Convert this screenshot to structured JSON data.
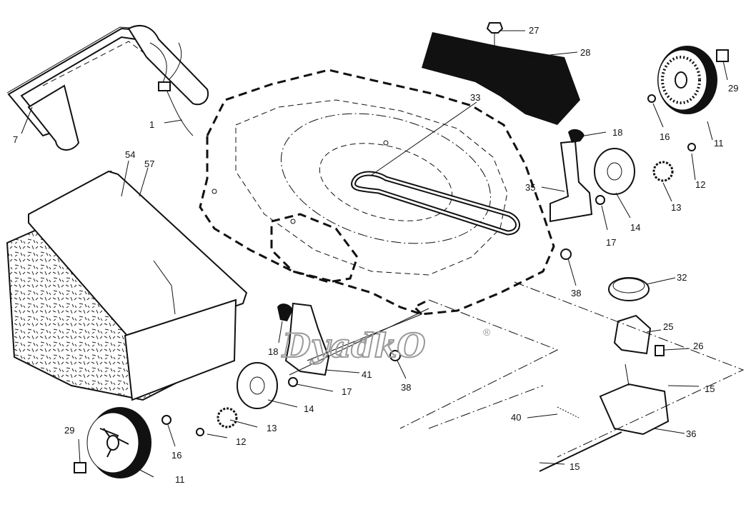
{
  "watermark": {
    "text": "DyadkO",
    "registered": "®"
  },
  "callouts": {
    "c1": "1",
    "c7": "7",
    "c11a": "11",
    "c11b": "11",
    "c12a": "12",
    "c12b": "12",
    "c13a": "13",
    "c13b": "13",
    "c14a": "14",
    "c14b": "14",
    "c15a": "15",
    "c15b": "15",
    "c16a": "16",
    "c16b": "16",
    "c17a": "17",
    "c17b": "17",
    "c18a": "18",
    "c18b": "18",
    "c25": "25",
    "c26": "26",
    "c27": "27",
    "c28": "28",
    "c29a": "29",
    "c29b": "29",
    "c32": "32",
    "c33": "33",
    "c35": "35",
    "c36": "36",
    "c38a": "38",
    "c38b": "38",
    "c40": "40",
    "c41": "41",
    "c54": "54",
    "c57": "57"
  }
}
